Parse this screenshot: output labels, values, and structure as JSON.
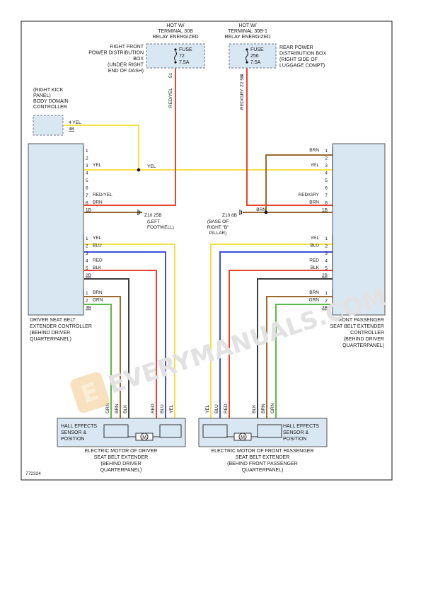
{
  "colors": {
    "yellow": "#f2e24a",
    "red": "#e8442f",
    "blue": "#3b4fd8",
    "black": "#3d3d3d",
    "green": "#5cb84a",
    "brown": "#9a6a2e",
    "module_fill": "#d9e7f3",
    "watermark_logo": "#f0c98a"
  },
  "fuse_left": {
    "header": [
      "HOT W/",
      "TERMINAL 30B",
      "RELAY ENERGIZED"
    ],
    "fuse_label": "FUSE",
    "fuse_number": "72",
    "fuse_rating": "7.5A",
    "box_desc": [
      "RIGHT FRONT",
      "POWER DISTRIBUTION",
      "BOX",
      "(UNDER RIGHT",
      "END OF DASH)"
    ],
    "pin": "51",
    "wire": "RED/YEL"
  },
  "fuse_right": {
    "header": [
      "HOT W/",
      "TERMINAL 30B-1",
      "RELAY ENERGIZED"
    ],
    "fuse_label": "FUSE",
    "fuse_number": "256",
    "fuse_rating": "7.5A",
    "box_desc": [
      "REAR POWER",
      "DISTRIBUTION BOX",
      "(RIGHT SIDE OF",
      "LUGGAGE COMPT)"
    ],
    "pin": "4",
    "connector": "Z2 5B",
    "wire": "RED/GRY"
  },
  "bdc": {
    "desc": [
      "(RIGHT KICK",
      "PANEL)",
      "BODY DOMAIN",
      "CONTROLLER"
    ],
    "pin": "4",
    "wire": "YEL",
    "connector": "4B"
  },
  "driver_controller": {
    "desc": [
      "DRIVER SEAT BELT",
      "EXTENDER CONTROLLER",
      "(BEHIND DRIVER",
      "QUARTERPANEL)"
    ],
    "group1": [
      {
        "pin": "1",
        "wire": ""
      },
      {
        "pin": "2",
        "wire": ""
      },
      {
        "pin": "3",
        "wire": "YEL"
      },
      {
        "pin": "4",
        "wire": ""
      },
      {
        "pin": "5",
        "wire": ""
      },
      {
        "pin": "6",
        "wire": ""
      },
      {
        "pin": "7",
        "wire": "RED/YEL"
      },
      {
        "pin": "8",
        "wire": "BRN"
      }
    ],
    "group1_connector": "1B",
    "group2": [
      {
        "pin": "1",
        "wire": "YEL"
      },
      {
        "pin": "2",
        "wire": "BLU"
      },
      {
        "pin": "3",
        "wire": ""
      },
      {
        "pin": "4",
        "wire": "RED"
      },
      {
        "pin": "5",
        "wire": "BLK"
      }
    ],
    "group2_connector": "2B",
    "group3": [
      {
        "pin": "1",
        "wire": "BRN"
      },
      {
        "pin": "2",
        "wire": "GRN"
      }
    ],
    "group3_connector": "3B"
  },
  "passenger_controller": {
    "desc": [
      "FRONT PASSENGER",
      "SEAT BELT EXTENDER",
      "CONTROLLER",
      "(BEHIND DRIVER",
      "QUARTERPANEL)"
    ],
    "group1": [
      {
        "pin": "1",
        "wire": "BRN"
      },
      {
        "pin": "2",
        "wire": ""
      },
      {
        "pin": "3",
        "wire": "YEL"
      },
      {
        "pin": "4",
        "wire": ""
      },
      {
        "pin": "5",
        "wire": ""
      },
      {
        "pin": "6",
        "wire": ""
      },
      {
        "pin": "7",
        "wire": "RED/GRY"
      },
      {
        "pin": "8",
        "wire": "BRN"
      }
    ],
    "group1_connector": "1B",
    "group2": [
      {
        "pin": "1",
        "wire": "YEL"
      },
      {
        "pin": "2",
        "wire": "BLU"
      },
      {
        "pin": "3",
        "wire": ""
      },
      {
        "pin": "4",
        "wire": "RED"
      },
      {
        "pin": "5",
        "wire": "BLK"
      }
    ],
    "group2_connector": "2B",
    "group3": [
      {
        "pin": "1",
        "wire": "BRN"
      },
      {
        "pin": "2",
        "wire": "GRN"
      }
    ],
    "group3_connector": "3B"
  },
  "mid_wire_label": "YEL",
  "passenger_brn_label": "BRN",
  "ground_left": {
    "name": "Z10 25B",
    "desc": [
      "(LEFT",
      "FOOTWELL)"
    ]
  },
  "ground_right": {
    "name": "Z10 8B",
    "desc": [
      "(BASE OF",
      "RIGHT \"B\"",
      "PILLAR)"
    ]
  },
  "driver_motor_wires": [
    "GRN",
    "BRN",
    "BLK",
    "RED",
    "BLU",
    "YEL"
  ],
  "passenger_motor_wires": [
    "YEL",
    "BLU",
    "RED",
    "BLK",
    "BRN",
    "GRN"
  ],
  "driver_motor": {
    "hall_label": [
      "HALL EFFECTS",
      "SENSOR &",
      "POSITION"
    ],
    "motor_symbol": "M",
    "desc": [
      "ELECTRIC MOTOR OF DRIVER",
      "SEAT BELT EXTENDER",
      "(BEHIND DRIVER",
      "QUARTERPANEL)"
    ]
  },
  "passenger_motor": {
    "hall_label": [
      "HALL EFFECTS",
      "SENSOR &",
      "POSITION"
    ],
    "motor_symbol": "M",
    "desc": [
      "ELECTRIC MOTOR OF FRONT PASSENGER",
      "SEAT BELT EXTENDER",
      "(BEHIND FRONT PASSENGER",
      "QUARTERPANEL)"
    ]
  },
  "figure_number": "772324",
  "watermark": {
    "logo_letter": "E",
    "text": "EVERYMANUALS.COM"
  }
}
